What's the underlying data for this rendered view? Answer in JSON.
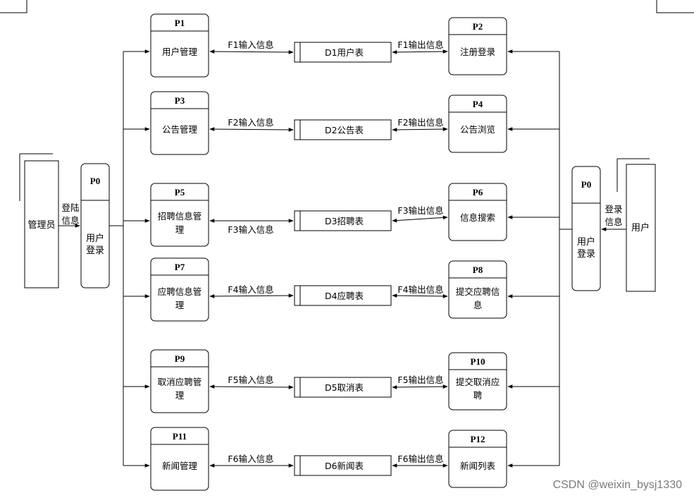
{
  "entities": {
    "admin": {
      "label": "管理员"
    },
    "user": {
      "label": "用户"
    }
  },
  "login_left": {
    "id": "P0",
    "label": [
      "用户",
      "登录"
    ],
    "flow": [
      "登陆",
      "信息"
    ]
  },
  "login_right": {
    "id": "P0",
    "label": [
      "用户",
      "登录"
    ],
    "flow": [
      "登录",
      "信息"
    ]
  },
  "rows": [
    {
      "left": {
        "id": "P1",
        "label": [
          "用户管理"
        ]
      },
      "in_flow": "F1输入信息",
      "store": "D1用户表",
      "out_flow": "F1输出信息",
      "right": {
        "id": "P2",
        "label": [
          "注册登录"
        ]
      }
    },
    {
      "left": {
        "id": "P3",
        "label": [
          "公告管理"
        ]
      },
      "in_flow": "F2输入信息",
      "store": "D2公告表",
      "out_flow": "F2输出信息",
      "right": {
        "id": "P4",
        "label": [
          "公告浏览"
        ]
      }
    },
    {
      "left": {
        "id": "P5",
        "label": [
          "招聘信息管",
          "理"
        ]
      },
      "in_flow": "F3输入信息",
      "store": "D3招聘表",
      "out_flow": "F3输出信息",
      "right": {
        "id": "P6",
        "label": [
          "信息搜索"
        ]
      }
    },
    {
      "left": {
        "id": "P7",
        "label": [
          "应聘信息管",
          "理"
        ]
      },
      "in_flow": "F4输入信息",
      "store": "D4应聘表",
      "out_flow": "F4输出信息",
      "right": {
        "id": "P8",
        "label": [
          "提交应聘信",
          "息"
        ]
      }
    },
    {
      "left": {
        "id": "P9",
        "label": [
          "取消应聘管",
          "理"
        ]
      },
      "in_flow": "F5输入信息",
      "store": "D5取消表",
      "out_flow": "F5输出信息",
      "right": {
        "id": "P10",
        "label": [
          "提交取消应",
          "聘"
        ]
      }
    },
    {
      "left": {
        "id": "P11",
        "label": [
          "新闻管理"
        ]
      },
      "in_flow": "F6输入信息",
      "store": "D6新闻表",
      "out_flow": "F6输出信息",
      "right": {
        "id": "P12",
        "label": [
          "新闻列表"
        ]
      }
    }
  ],
  "watermark": "CSDN @weixin_bysj1330"
}
